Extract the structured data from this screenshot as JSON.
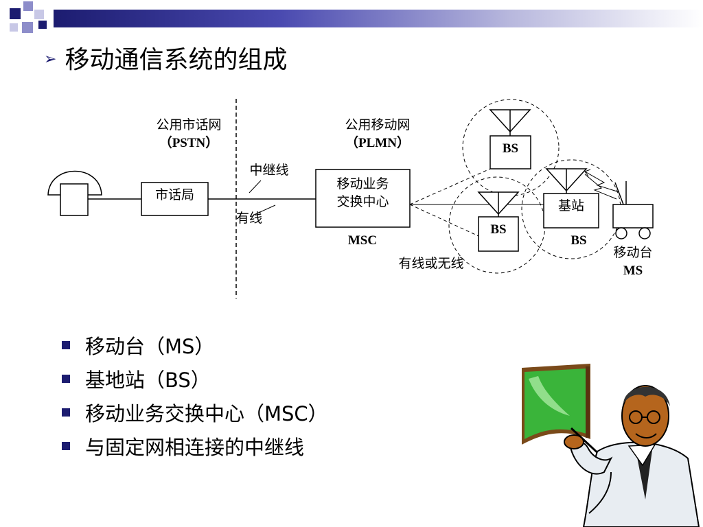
{
  "title": "移动通信系统的组成",
  "diagram": {
    "pstn_label": "公用市话网",
    "pstn_abbr": "（PSTN）",
    "plmn_label": "公用移动网",
    "plmn_abbr": "（PLMN）",
    "local_exchange": "市话局",
    "trunk_label": "中继线",
    "wired_label": "有线",
    "msc_box_line1": "移动业务",
    "msc_box_line2": "交换中心",
    "msc_label": "MSC",
    "bs_top": "BS",
    "bs_bottom": "BS",
    "base_station": "基站",
    "bs_right": "BS",
    "wired_or_wireless": "有线或无线",
    "mobile_station": "移动台",
    "ms_label": "MS"
  },
  "bullets": [
    "移动台（MS）",
    "基地站（BS）",
    "移动业务交换中心（MSC）",
    "与固定网相连接的中继线"
  ],
  "colors": {
    "accent": "#1c1c70",
    "green_board": "#3ab43a",
    "board_frame": "#7a4a1a"
  }
}
